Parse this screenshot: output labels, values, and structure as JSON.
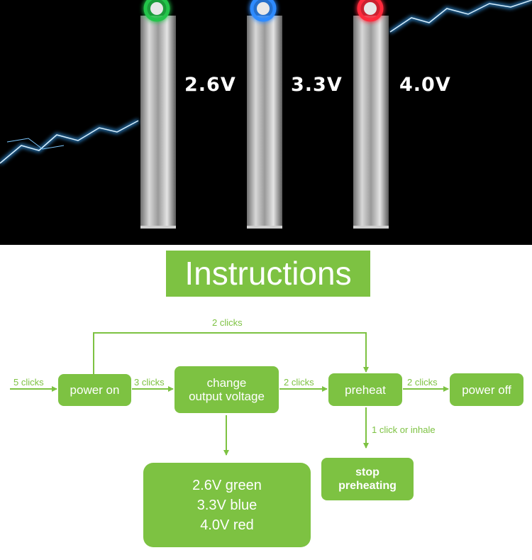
{
  "hero": {
    "voltages": [
      "2.6V",
      "3.3V",
      "4.0V"
    ],
    "ring_colors": [
      "#23c44a",
      "#2e8bff",
      "#ff2a3c"
    ]
  },
  "title": "Instructions",
  "nodes": {
    "power_on": "power on",
    "change_line1": "change",
    "change_line2": "output voltage",
    "preheat": "preheat",
    "power_off": "power off",
    "stop_line1": "stop",
    "stop_line2": "preheating",
    "voltage_lines": [
      "2.6V green",
      "3.3V blue",
      "4.0V red"
    ]
  },
  "edges": {
    "entry": "5 clicks",
    "to_change": "3 clicks",
    "top_loop": "2 clicks",
    "to_preheat": "2 clicks",
    "to_power_off": "2 clicks",
    "to_stop": "1 click or inhale"
  },
  "colors": {
    "accent": "#7dc242",
    "background": "#ffffff",
    "hero_background": "#000000"
  }
}
